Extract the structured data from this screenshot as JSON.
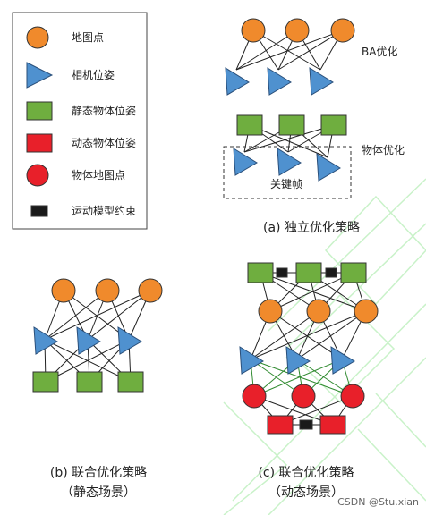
{
  "legend": {
    "items": [
      {
        "label": "地图点",
        "shape": "orange-circle-icon"
      },
      {
        "label": "相机位姿",
        "shape": "blue-triangle-icon"
      },
      {
        "label": "静态物体位姿",
        "shape": "green-square-icon"
      },
      {
        "label": "动态物体位姿",
        "shape": "red-square-icon"
      },
      {
        "label": "物体地图点",
        "shape": "red-circle-icon"
      },
      {
        "label": "运动模型约束",
        "shape": "black-box-icon"
      }
    ]
  },
  "panel_a": {
    "label_ba": "BA优化",
    "label_object": "物体优化",
    "label_keyframe": "关键帧",
    "caption": "(a) 独立优化策略"
  },
  "panel_b": {
    "caption_line1": "(b) 联合优化策略",
    "caption_line2": "（静态场景）"
  },
  "panel_c": {
    "caption_line1": "(c)  联合优化策略",
    "caption_line2": "（动态场景）"
  },
  "watermark": "CSDN @Stu.xian",
  "colors": {
    "orange": "#f08a2c",
    "blue": "#4f91cf",
    "green": "#6fae3f",
    "red": "#e8202a",
    "black": "#1a1a1a",
    "bg_watermark": "#c9f2c9"
  }
}
